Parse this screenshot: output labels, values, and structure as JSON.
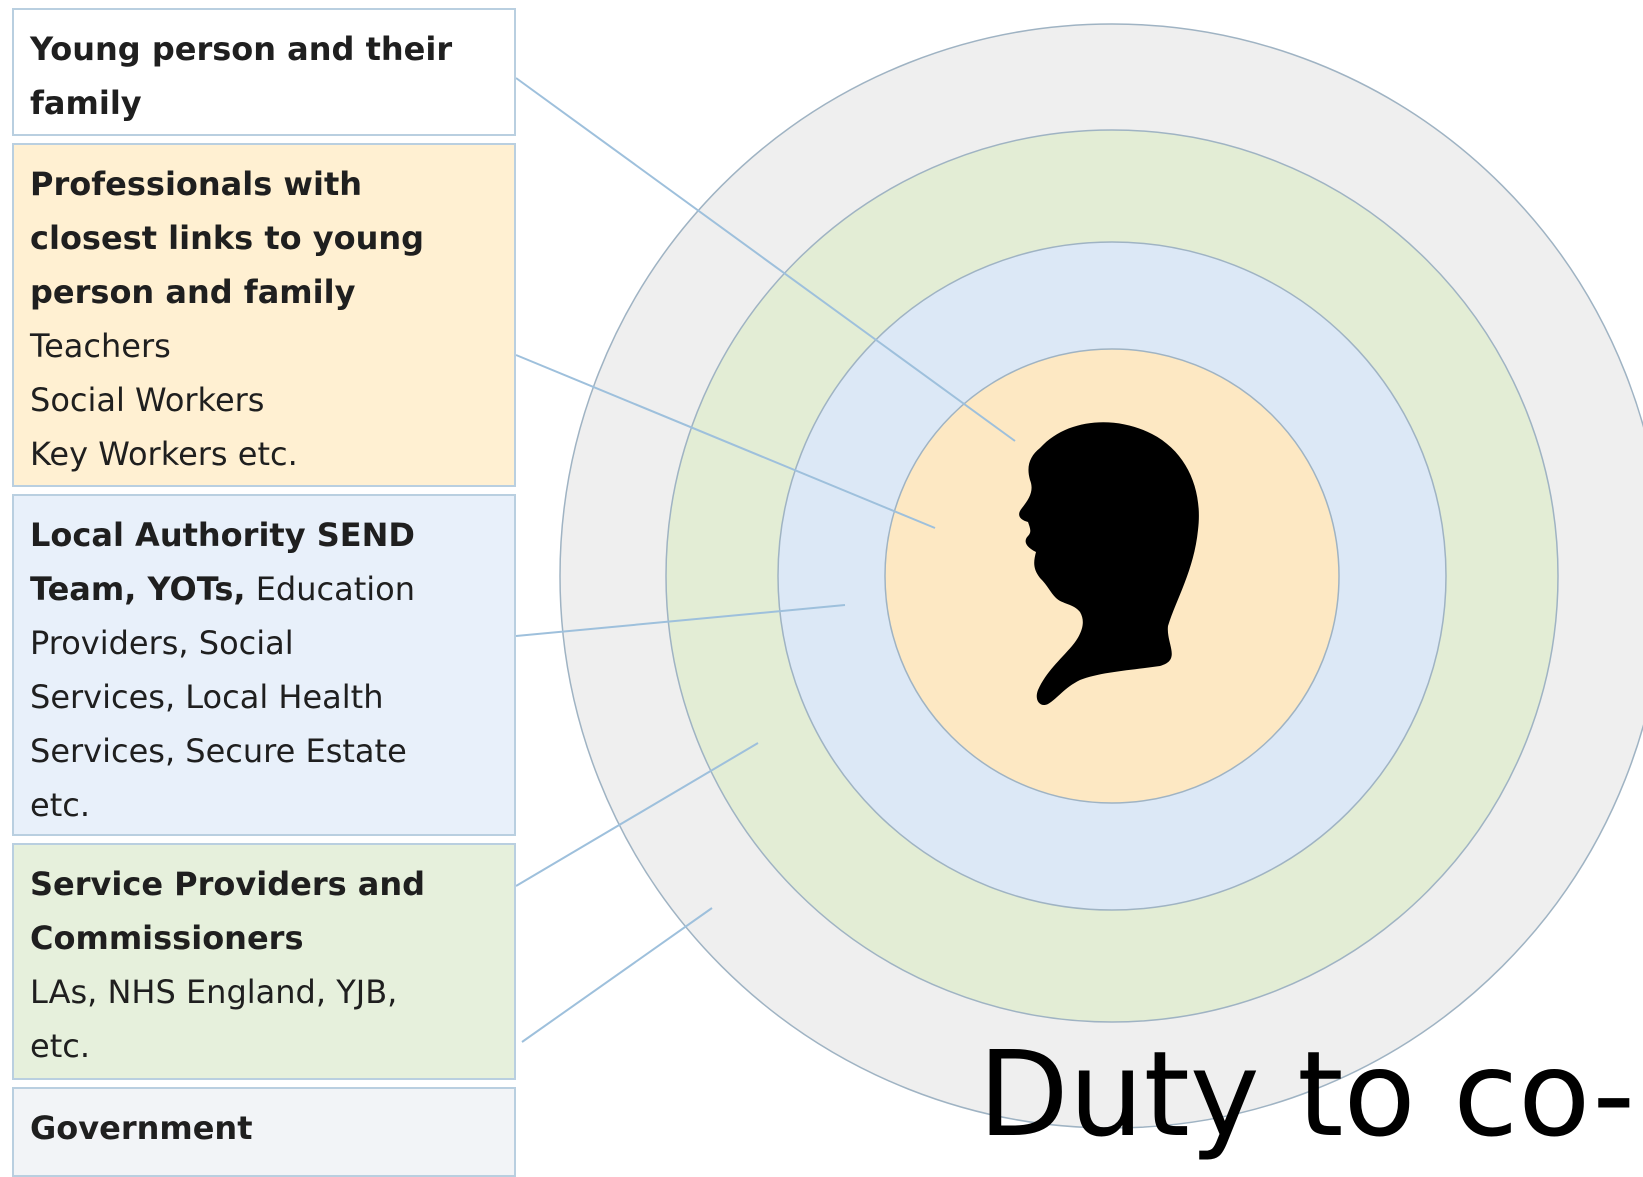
{
  "boxes": {
    "young_person": {
      "title": "Young person and their family"
    },
    "professionals": {
      "title_lines": [
        "Professionals with",
        "closest links to young",
        "person and family"
      ],
      "items": [
        "Teachers",
        "Social Workers",
        "Key Workers etc."
      ]
    },
    "local_authority": {
      "bold_line1": "Local Authority SEND",
      "bold_line2": "Team, YOTs,",
      "text_line2": " Education",
      "lines": [
        "Providers, Social",
        "Services, Local Health",
        "Services, Secure Estate",
        "etc."
      ]
    },
    "service_providers": {
      "title_lines": [
        "Service Providers and",
        "Commissioners"
      ],
      "items": [
        "LAs, NHS England, YJB,",
        "etc."
      ]
    },
    "government": {
      "title": "Government"
    }
  },
  "heading": "Duty to co-o",
  "colors": {
    "outer_ring": "#efefef",
    "green_ring": "#e3edd5",
    "blue_ring": "#dce8f6",
    "center": "#fde8c3",
    "ring_stroke": "#9fb3c3",
    "connector": "#9ec0dc",
    "silhouette": "#000000"
  }
}
